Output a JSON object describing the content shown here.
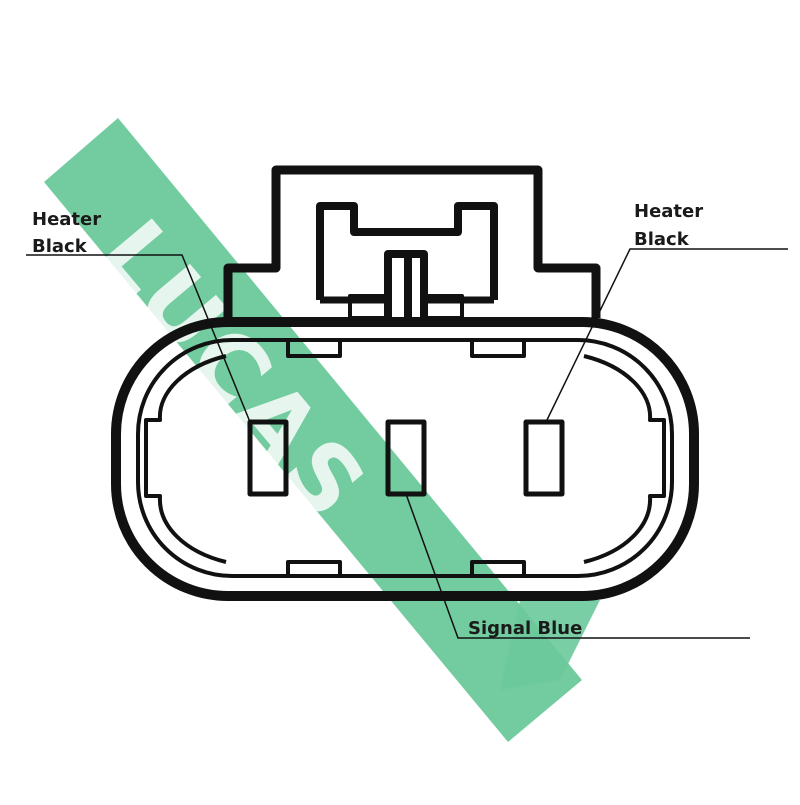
{
  "watermark": {
    "text": "LUCAS",
    "color": "#6cc99b"
  },
  "colors": {
    "line": "#111111",
    "background": "#ffffff"
  },
  "pins": [
    {
      "label_line1": "Heater",
      "label_line2": "Black"
    },
    {
      "label_line1": "Signal Blue",
      "label_line2": ""
    },
    {
      "label_line1": "Heater",
      "label_line2": "Black"
    }
  ]
}
